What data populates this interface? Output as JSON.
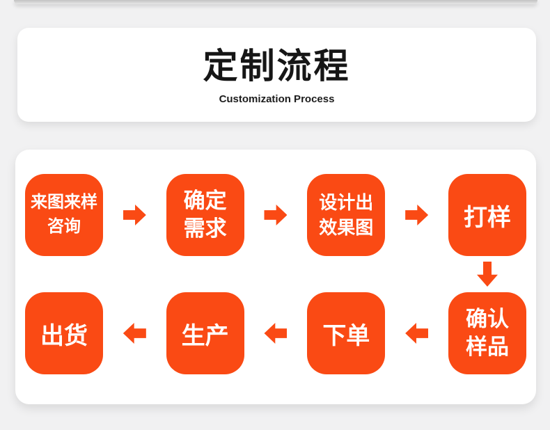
{
  "theme": {
    "accent": "#fa4a14",
    "background": "#f1f1f2",
    "card": "#ffffff",
    "title_color": "#161616"
  },
  "header": {
    "title": "定制流程",
    "subtitle": "Customization Process"
  },
  "flow": {
    "row1": [
      {
        "label": "来图来样\n咨询"
      },
      {
        "label": "确定\n需求"
      },
      {
        "label": "设计出\n效果图"
      },
      {
        "label": "打样"
      }
    ],
    "row2": [
      {
        "label": "出货"
      },
      {
        "label": "生产"
      },
      {
        "label": "下单"
      },
      {
        "label": "确认\n样品"
      }
    ]
  }
}
